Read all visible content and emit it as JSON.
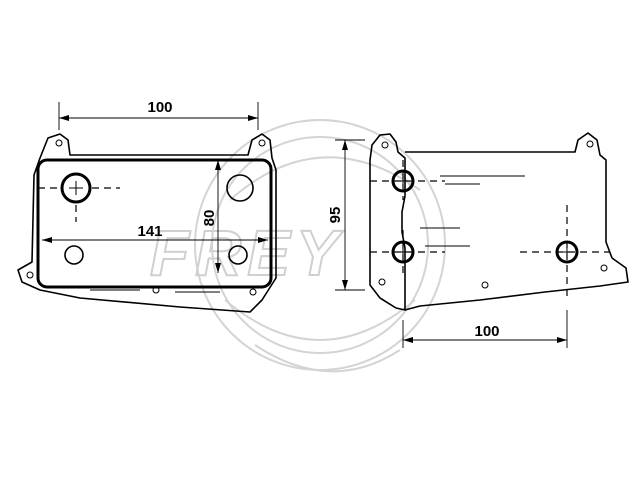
{
  "watermark": {
    "text": "FREY"
  },
  "dimensions": {
    "top_width": "100",
    "inner_width": "141",
    "inner_height": "80",
    "side_height": "95",
    "side_width": "100"
  }
}
